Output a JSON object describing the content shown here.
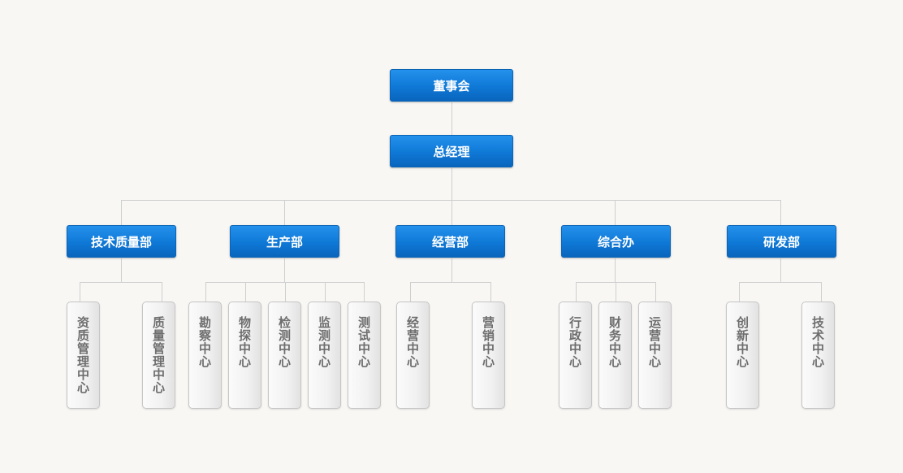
{
  "org": {
    "board": "董事会",
    "gm": "总经理",
    "departments": [
      {
        "name": "技术质量部",
        "centers": [
          "资质管理中心",
          "质量管理中心"
        ]
      },
      {
        "name": "生产部",
        "centers": [
          "勘察中心",
          "物探中心",
          "检测中心",
          "监测中心",
          "测试中心"
        ]
      },
      {
        "name": "经营部",
        "centers": [
          "经营中心",
          "营销中心"
        ]
      },
      {
        "name": "综合办",
        "centers": [
          "行政中心",
          "财务中心",
          "运营中心"
        ]
      },
      {
        "name": "研发部",
        "centers": [
          "创新中心",
          "技术中心"
        ]
      }
    ]
  }
}
